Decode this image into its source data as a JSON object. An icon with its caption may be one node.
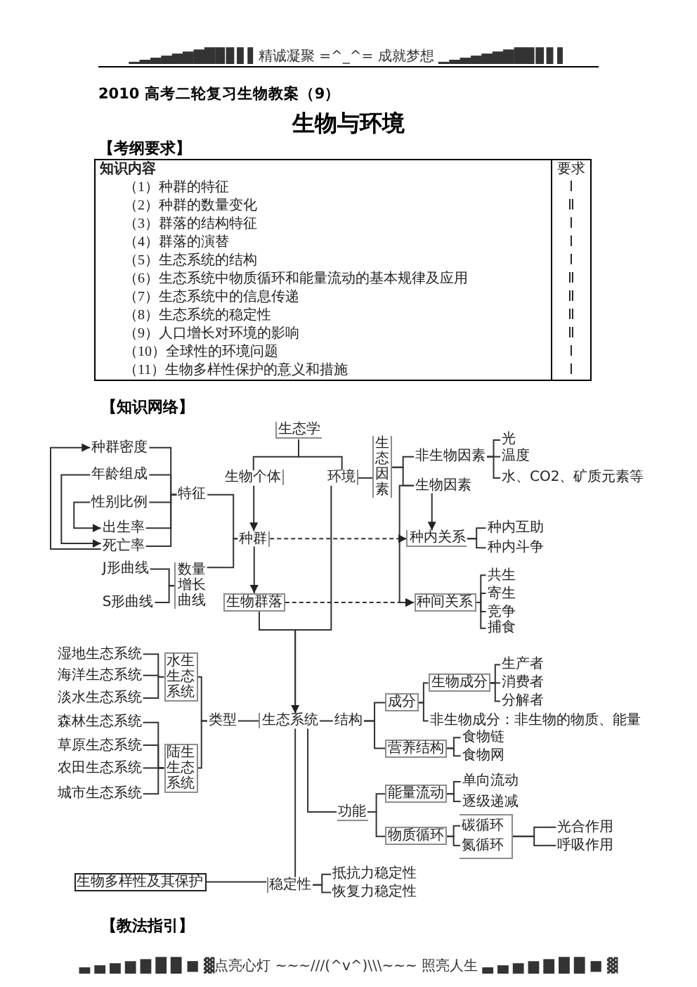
{
  "diagram": {
    "title": "生物与环境",
    "nodes": [
      {
        "text": [
          "生态学"
        ]
      },
      {
        "text": [
          "种群密度"
        ]
      },
      {
        "text": [
          "年龄组成"
        ]
      },
      {
        "text": [
          "性别比例"
        ]
      },
      {
        "text": [
          "出生率"
        ]
      },
      {
        "text": [
          "死亡率"
        ]
      },
      {
        "text": [
          "特征"
        ]
      },
      {
        "text": [
          "生物个体"
        ]
      },
      {
        "text": [
          "环境"
        ]
      },
      {
        "text": [
          "生态因素"
        ]
      },
      {
        "text": [
          "非生物因素"
        ]
      },
      {
        "text": [
          "光"
        ]
      },
      {
        "text": [
          "温度"
        ]
      },
      {
        "text": [
          "水、CO2、矿质元素等"
        ]
      },
      {
        "text": [
          "生物因素"
        ]
      },
      {
        "text": [
          "种群"
        ]
      },
      {
        "text": [
          "种内关系"
        ]
      },
      {
        "text": [
          "种内互助"
        ]
      },
      {
        "text": [
          "种内斗争"
        ]
      },
      {
        "text": [
          "J形曲线"
        ]
      },
      {
        "text": [
          "S形曲线"
        ]
      },
      {
        "text": [
          "数量增长曲线"
        ]
      },
      {
        "text": [
          "生物群落"
        ]
      },
      {
        "text": [
          "种间关系"
        ]
      },
      {
        "text": [
          "共生"
        ]
      },
      {
        "text": [
          "寄生"
        ]
      },
      {
        "text": [
          "竞争"
        ]
      },
      {
        "text": [
          "捕食"
        ]
      },
      {
        "text": [
          "湿地生态系统"
        ]
      },
      {
        "text": [
          "海洋生态系统"
        ]
      },
      {
        "text": [
          "淡水生态系统"
        ]
      },
      {
        "text": [
          "水生生态系统"
        ]
      },
      {
        "text": [
          "森林生态系统"
        ]
      },
      {
        "text": [
          "草原生态系统"
        ]
      },
      {
        "text": [
          "农田生态系统"
        ]
      },
      {
        "text": [
          "城市生态系统"
        ]
      },
      {
        "text": [
          "陆生生态系统"
        ]
      },
      {
        "text": [
          "类型"
        ]
      },
      {
        "text": [
          "生态系统"
        ]
      },
      {
        "text": [
          "结构"
        ]
      },
      {
        "text": [
          "成分"
        ]
      },
      {
        "text": [
          "生物成分"
        ]
      },
      {
        "text": [
          "生产者"
        ]
      },
      {
        "text": [
          "消费者"
        ]
      },
      {
        "text": [
          "分解者"
        ]
      },
      {
        "text": [
          "非生物成分：非生物的物质、能量"
        ]
      },
      {
        "text": [
          "营养结构"
        ]
      },
      {
        "text": [
          "食物链"
        ]
      },
      {
        "text": [
          "食物网"
        ]
      },
      {
        "text": [
          "功能"
        ]
      },
      {
        "text": [
          "能量流动"
        ]
      },
      {
        "text": [
          "单向流动"
        ]
      },
      {
        "text": [
          "逐级递减"
        ]
      },
      {
        "text": [
          "物质循环"
        ]
      },
      {
        "text": [],
        "shape": "box"
      },
      {
        "text": [
          "碳循环"
        ],
        "in": 54
      },
      {
        "text": [
          "氮循环"
        ],
        "in": 54
      },
      {
        "text": [
          "光合作用"
        ]
      },
      {
        "text": [
          "呼吸作用"
        ]
      },
      {
        "text": [
          "生物多样性及其保护"
        ]
      },
      {
        "text": [
          "稳定性"
        ]
      },
      {
        "text": [
          "抵抗力稳定性"
        ]
      },
      {
        "text": [
          "恢复力稳定性"
        ]
      }
    ],
    "edges": [
      {
        "from": 0,
        "to": 7,
        "arrow": "none"
      },
      {
        "from": 0,
        "to": 8,
        "arrow": "none"
      },
      {
        "from": 1,
        "to": 6,
        "arrow": "none"
      },
      {
        "from": 2,
        "to": 6,
        "arrow": "none"
      },
      {
        "from": 3,
        "to": 6,
        "arrow": "none"
      },
      {
        "from": 4,
        "to": 6,
        "arrow": "none"
      },
      {
        "from": 5,
        "to": 6,
        "arrow": "none"
      },
      {
        "from": 5,
        "to": 1,
        "arrow": "to"
      },
      {
        "from": 2,
        "to": 5,
        "arrow": "to"
      },
      {
        "from": 3,
        "to": 4,
        "arrow": "to"
      },
      {
        "from": 6,
        "to": 15,
        "arrow": "none"
      },
      {
        "from": 21,
        "to": 15,
        "arrow": "none"
      },
      {
        "from": 19,
        "to": 21,
        "arrow": "none"
      },
      {
        "from": 20,
        "to": 21,
        "arrow": "none"
      },
      {
        "from": 7,
        "to": 15,
        "arrow": "to"
      },
      {
        "from": 8,
        "to": 9,
        "arrow": "none"
      },
      {
        "from": 9,
        "to": 10,
        "arrow": "none"
      },
      {
        "from": 9,
        "to": 14,
        "arrow": "none"
      },
      {
        "from": 10,
        "to": 11,
        "arrow": "none"
      },
      {
        "from": 10,
        "to": 12,
        "arrow": "none"
      },
      {
        "from": 10,
        "to": 13,
        "arrow": "none"
      },
      {
        "from": 14,
        "to": 16,
        "arrow": "to"
      },
      {
        "from": 14,
        "to": 23,
        "arrow": "to"
      },
      {
        "from": 15,
        "to": 16,
        "arrow": "to",
        "style": "dashed"
      },
      {
        "from": 16,
        "to": 17,
        "arrow": "none"
      },
      {
        "from": 16,
        "to": 18,
        "arrow": "none"
      },
      {
        "from": 15,
        "to": 22,
        "arrow": "to"
      },
      {
        "from": 22,
        "to": 23,
        "arrow": "to",
        "style": "dashed"
      },
      {
        "from": 23,
        "to": 24,
        "arrow": "none"
      },
      {
        "from": 23,
        "to": 25,
        "arrow": "none"
      },
      {
        "from": 23,
        "to": 26,
        "arrow": "none"
      },
      {
        "from": 23,
        "to": 27,
        "arrow": "none"
      },
      {
        "from": 8,
        "to": 38,
        "arrow": "to"
      },
      {
        "from": 22,
        "to": 38,
        "arrow": "to"
      },
      {
        "from": 28,
        "to": 31,
        "arrow": "none"
      },
      {
        "from": 29,
        "to": 31,
        "arrow": "none"
      },
      {
        "from": 30,
        "to": 31,
        "arrow": "none"
      },
      {
        "from": 32,
        "to": 36,
        "arrow": "none"
      },
      {
        "from": 33,
        "to": 36,
        "arrow": "none"
      },
      {
        "from": 34,
        "to": 36,
        "arrow": "none"
      },
      {
        "from": 35,
        "to": 36,
        "arrow": "none"
      },
      {
        "from": 31,
        "to": 37,
        "arrow": "none"
      },
      {
        "from": 36,
        "to": 37,
        "arrow": "none"
      },
      {
        "from": 37,
        "to": 38,
        "arrow": "none"
      },
      {
        "from": 38,
        "to": 39,
        "arrow": "none"
      },
      {
        "from": 39,
        "to": 40,
        "arrow": "none"
      },
      {
        "from": 39,
        "to": 46,
        "arrow": "none"
      },
      {
        "from": 40,
        "to": 41,
        "arrow": "none"
      },
      {
        "from": 40,
        "to": 45,
        "arrow": "none"
      },
      {
        "from": 41,
        "to": 42,
        "arrow": "none"
      },
      {
        "from": 41,
        "to": 43,
        "arrow": "none"
      },
      {
        "from": 41,
        "to": 44,
        "arrow": "none"
      },
      {
        "from": 46,
        "to": 47,
        "arrow": "none"
      },
      {
        "from": 46,
        "to": 48,
        "arrow": "none"
      },
      {
        "from": 38,
        "to": 49,
        "arrow": "none"
      },
      {
        "from": 38,
        "to": 60,
        "arrow": "none"
      },
      {
        "from": 49,
        "to": 50,
        "arrow": "none"
      },
      {
        "from": 49,
        "to": 53,
        "arrow": "none"
      },
      {
        "from": 50,
        "to": 51,
        "arrow": "none"
      },
      {
        "from": 50,
        "to": 52,
        "arrow": "none"
      },
      {
        "from": 53,
        "to": 55,
        "arrow": "none"
      },
      {
        "from": 53,
        "to": 56,
        "arrow": "none"
      },
      {
        "from": 54,
        "to": 57,
        "arrow": "none"
      },
      {
        "from": 54,
        "to": 58,
        "arrow": "none"
      },
      {
        "from": 59,
        "to": 60,
        "arrow": "none"
      },
      {
        "from": 60,
        "to": 61,
        "arrow": "none"
      },
      {
        "from": 60,
        "to": 62,
        "arrow": "none"
      }
    ],
    "labels": [
      "▁▂▃▄▅▆▇█▉▊▋▌精诚凝聚 =^_^= 成就梦想 ▁▂▃▄▅▆▇█▉▊▋▌",
      "2010 高考二轮复习生物教案（9）",
      "【考纲要求】",
      "知识内容",
      "要求",
      "（1）种群的特征",
      "Ⅰ",
      "（2）种群的数量变化",
      "Ⅱ",
      "（3）群落的结构特征",
      "Ⅰ",
      "（4）群落的演替",
      "Ⅰ",
      "（5）生态系统的结构",
      "Ⅰ",
      "（6）生态系统中物质循环和能量流动的基本规律及应用",
      "Ⅱ",
      "（7）生态系统中的信息传递",
      "Ⅱ",
      "（8）生态系统的稳定性",
      "Ⅱ",
      "（9）人口增长对环境的影响",
      "Ⅱ",
      "（10）全球性的环境问题",
      "Ⅰ",
      "（11）生物多样性保护的意义和措施",
      "Ⅰ",
      "【知识网络】",
      "【教法指引】",
      "▃ ▄ ▅ ▆ ▇ █ █ ■ ▓点亮心灯 ~~~///(^v^)\\\\\\~~~ 照亮人生 ▃ ▄ ▅ ▆ ▇ █ █ ■ ▓"
    ]
  }
}
